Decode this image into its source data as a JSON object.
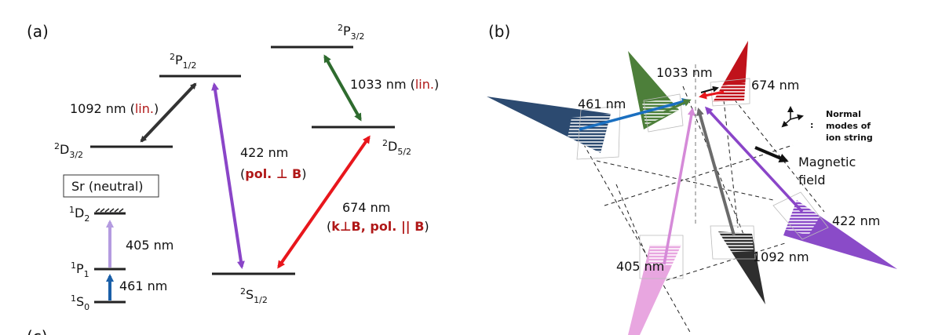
{
  "panels": {
    "a": "(a)",
    "b": "(b)",
    "c": "(c)"
  },
  "levels_a": {
    "P12": {
      "base": "P",
      "sup": "2",
      "sub": "1/2"
    },
    "P32": {
      "base": "P",
      "sup": "2",
      "sub": "3/2"
    },
    "D32": {
      "base": "D",
      "sup": "2",
      "sub": "3/2"
    },
    "D52": {
      "base": "D",
      "sup": "2",
      "sub": "5/2"
    },
    "S12": {
      "base": "S",
      "sup": "2",
      "sub": "1/2"
    },
    "D2": {
      "base": "D",
      "sup": "1",
      "sub": "2"
    },
    "P1": {
      "base": "P",
      "sup": "1",
      "sub": "1"
    },
    "S0": {
      "base": "S",
      "sup": "1",
      "sub": "0"
    }
  },
  "sr_box": "Sr (neutral)",
  "transitions_a": {
    "t1092": {
      "wl": "1092 nm (",
      "pol": "lin.",
      "close": ")"
    },
    "t1033": {
      "wl": "1033 nm (",
      "pol": "lin.",
      "close": ")"
    },
    "t422": {
      "wl": "422 nm",
      "open": "(",
      "pol": "pol. ⊥ B",
      "close": ")"
    },
    "t674": {
      "wl": "674 nm",
      "open": "(",
      "pol1": "k⊥B, pol. || B",
      "close": ")"
    },
    "t405": "405 nm",
    "t461": "461 nm"
  },
  "beams_b": {
    "b1033": "1033 nm",
    "b674": "674 nm",
    "b461": "461 nm",
    "b422": "422 nm",
    "b405": "405 nm",
    "b1092": "1092 nm"
  },
  "normal_modes": {
    "colon": ":",
    "line1": "Normal",
    "line2": "modes of",
    "line3": "ion string"
  },
  "magnetic": {
    "line1": "Magnetic",
    "line2": "field"
  },
  "colors": {
    "c1092": "#333333",
    "c422": "#8a45c8",
    "c1033": "#2e6b2e",
    "c674": "#e8161c",
    "c405": "#b49be0",
    "c461": "#1a5fa8",
    "cone461": "#2c4a70",
    "cone1033": "#4d7f3a",
    "cone674": "#c0121b",
    "cone422": "#8a4bc8",
    "cone405": "#e8a6e0",
    "cone1092": "#2e2e2e",
    "arrow405b": "#d58ad8",
    "arrow1092b": "#6b6b6b",
    "arrow422b": "#8a45c8",
    "label_red": "#b01818"
  }
}
